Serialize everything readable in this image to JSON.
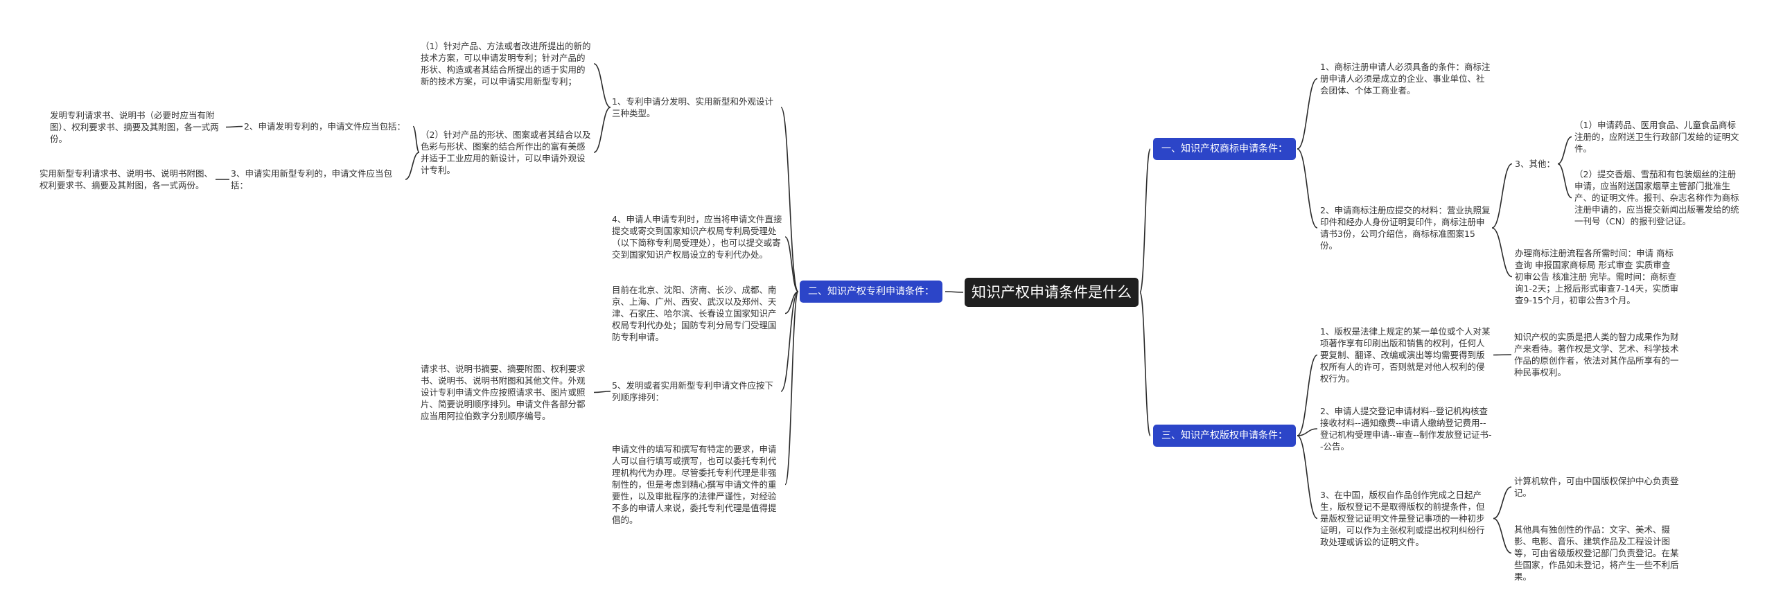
{
  "root": "知识产权申请条件是什么",
  "branches": {
    "trademark": "一、知识产权商标申请条件：",
    "patent": "二、知识产权专利申请条件：",
    "copyright": "三、知识产权版权申请条件："
  },
  "trademark": {
    "t1": "1、商标注册申请人必须具备的条件：商标注册申请人必须是成立的企业、事业单位、社会团体、个体工商业者。",
    "t2": "2、申请商标注册应提交的材料：营业执照复印件和经办人身份证明复印件，商标注册申请书3份，公司介绍信，商标标准图案15份。",
    "t3": "3、其他：",
    "t3a": "（1）申请药品、医用食品、儿童食品商标注册的，应附送卫生行政部门发给的证明文件。",
    "t3b": "（2）提交香烟、雪茄和有包装烟丝的注册申请，应当附送国家烟草主管部门批准生产、的证明文件。报刊、杂志名称作为商标注册申请的，应当提交新闻出版署发给的统一刊号（CN）的报刊登记证。",
    "t3c": "办理商标注册流程各所需时间：申请 商标查询 申报国家商标局 形式审查 实质审查 初审公告 核准注册 完毕。需时间：商标查询1-2天；上报后形式审查7-14天，实质审查9-15个月，初审公告3个月。"
  },
  "patent": {
    "p1": "1、专利申请分发明、实用新型和外观设计三种类型。",
    "p1a": "（1）针对产品、方法或者改进所提出的新的技术方案，可以申请发明专利；针对产品的形状、构造或者其结合所提出的适于实用的新的技术方案，可以申请实用新型专利；",
    "p1b": "（2）针对产品的形状、图案或者其结合以及色彩与形状、图案的结合所作出的富有美感并适于工业应用的新设计，可以申请外观设计专利。",
    "p2": "2、申请发明专利的，申请文件应当包括：",
    "p2a": "发明专利请求书、说明书（必要时应当有附图）、权利要求书、摘要及其附图，各一式两份。",
    "p3": "3、申请实用新型专利的，申请文件应当包括：",
    "p3a": "实用新型专利请求书、说明书、说明书附图、权利要求书、摘要及其附图，各一式两份。",
    "p4": "4、申请人申请专利时，应当将申请文件直接提交或寄交到国家知识产权局专利局受理处（以下简称专利局受理处），也可以提交或寄交到国家知识产权局设立的专利代办处。",
    "p4a": "目前在北京、沈阳、济南、长沙、成都、南京、上海、广州、西安、武汉以及郑州、天津、石家庄、哈尔滨、长春设立国家知识产权局专利代办处；国防专利分局专门受理国防专利申请。",
    "p5": "5、发明或者实用新型专利申请文件应按下列顺序排列：",
    "p5a": "请求书、说明书摘要、摘要附图、权利要求书、说明书、说明书附图和其他文件。外观设计专利申请文件应按照请求书、图片或照片、简要说明顺序排列。申请文件各部分都应当用阿拉伯数字分别顺序编号。",
    "p5b": "申请文件的填写和撰写有特定的要求，申请人可以自行填写或撰写，也可以委托专利代理机构代为办理。尽管委托专利代理是非强制性的，但是考虑到精心撰写申请文件的重要性，以及审批程序的法律严谨性，对经验不多的申请人来说，委托专利代理是值得提倡的。"
  },
  "copyright": {
    "c1": "1、版权是法律上规定的某一单位或个人对某项著作享有印刷出版和销售的权利，任何人要复制、翻译、改编或演出等均需要得到版权所有人的许可，否则就是对他人权利的侵权行为。",
    "c1a": "知识产权的实质是把人类的智力成果作为财产来看待。著作权是文学、艺术、科学技术作品的原创作者，依法对其作品所享有的一种民事权利。",
    "c2": "2、申请人提交登记申请材料--登记机构核查接收材料--通知缴费--申请人缴纳登记费用--登记机构受理申请--审查--制作发放登记证书--公告。",
    "c3": "3、在中国，版权自作品创作完成之日起产生，版权登记不是取得版权的前提条件，但是版权登记证明文件是登记事项的一种初步证明，可以作为主张权利或提出权利纠纷行政处理或诉讼的证明文件。",
    "c3a": "计算机软件，可由中国版权保护中心负责登记。",
    "c3b": "其他具有独创性的作品：文字、美术、摄影、电影、音乐、建筑作品及工程设计图等，可由省级版权登记部门负责登记。在某些国家，作品如未登记，将产生一些不利后果。"
  },
  "colors": {
    "root": "#1f1f1f",
    "branch": "#2c45c8",
    "line": "#2a2a2a",
    "text": "#333333"
  }
}
